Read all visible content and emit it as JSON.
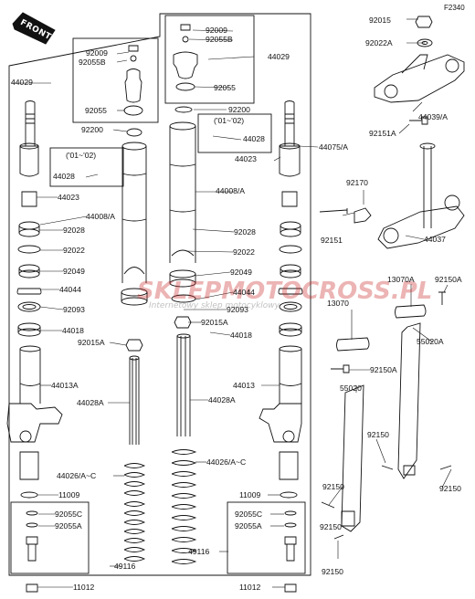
{
  "figure_code": "F2340",
  "front_label": "FRONT",
  "watermark": {
    "main": "SKLEPMOTO",
    "mid": "CROSS",
    "tld": ".PL",
    "tagline": "Internetowy sklep motocyklowy"
  },
  "parts": {
    "p92009_l": "92009",
    "p92055b_l": "92055B",
    "p92055_l": "92055",
    "p44029_l": "44029",
    "p92009_r": "92009",
    "p92055b_r": "92055B",
    "p44029_r": "44029",
    "p92055_r": "92055",
    "p92015_tr": "92015",
    "p92022a_tr": "92022A",
    "p44039a": "44039/A",
    "p92151a": "92151A",
    "p92200_l": "92200",
    "p92200_r": "92200",
    "note01_02_l": "('01~'02)",
    "note01_02_r": "('01~'02)",
    "p44028_l": "44028",
    "p44028_r": "44028",
    "p44075a": "44075/A",
    "p44023_r": "44023",
    "p44023_l": "44023",
    "p44008a_r": "44008/A",
    "p44008a_l": "44008/A",
    "p92170": "92170",
    "p92151": "92151",
    "p44037": "44037",
    "p92028_l": "92028",
    "p92028_r": "92028",
    "p92022_l": "92022",
    "p92022_r": "92022",
    "p92049_l": "92049",
    "p92049_r": "92049",
    "p44044_l": "44044",
    "p44044_r": "44044",
    "p13070a": "13070A",
    "p92150a_r": "92150A",
    "p92093_l": "92093",
    "p92093_r": "92093",
    "p92015a_c": "92015A",
    "p92015a_l": "92015A",
    "p44018_l": "44018",
    "p44018_r": "44018",
    "p13070": "13070",
    "p55020a": "55020A",
    "p92150a_c": "92150A",
    "p44013a": "44013A",
    "p44013": "44013",
    "p44028a_l": "44028A",
    "p44028a_r": "44028A",
    "p55020": "55020",
    "p92150_r1": "92150",
    "p44026ac_l": "44026/A~C",
    "p44026ac_r": "44026/A~C",
    "p92150_r2": "92150",
    "p92150_l1": "92150",
    "p11009_l": "11009",
    "p11009_r": "11009",
    "p92055c_l": "92055C",
    "p92055a_l": "92055A",
    "p92055c_r": "92055C",
    "p92055a_r": "92055A",
    "p92150_l2": "92150",
    "p49116_l": "49116",
    "p49116_r": "49116",
    "p92150_b": "92150",
    "p11012_l": "11012",
    "p11012_r": "11012"
  }
}
